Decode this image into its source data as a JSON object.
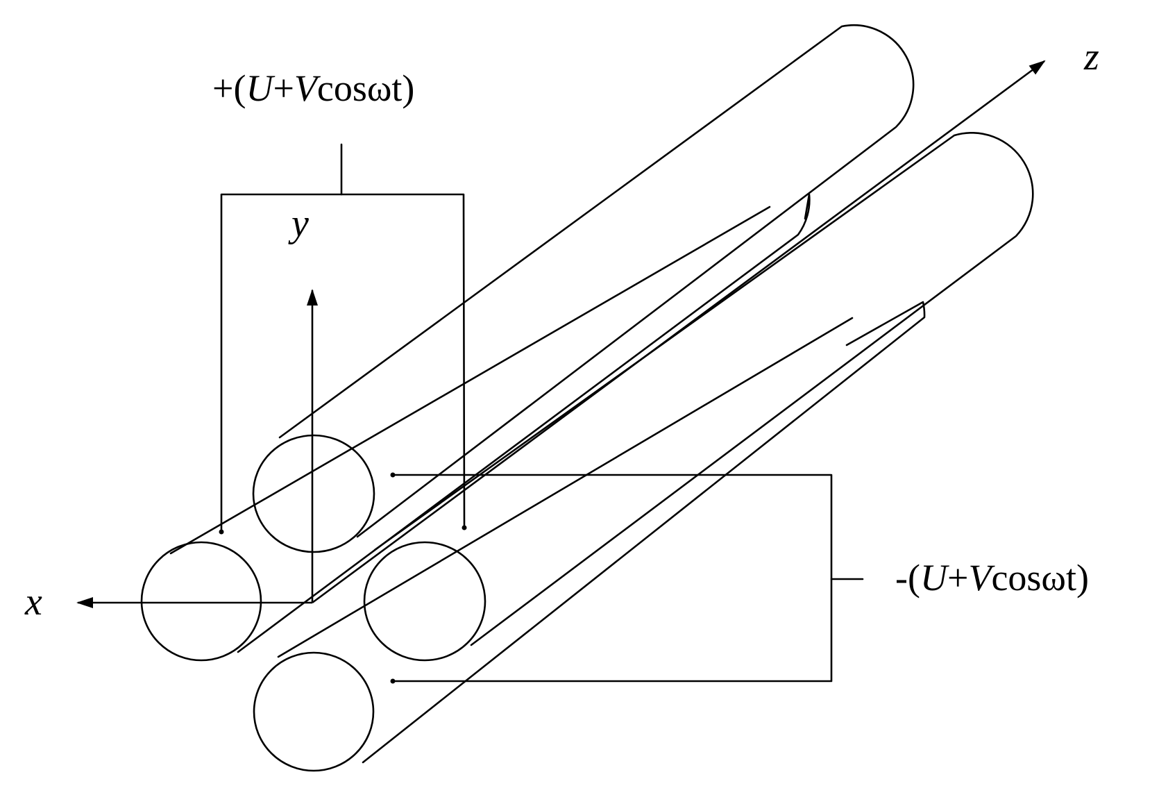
{
  "axes": {
    "x": "x",
    "y": "y",
    "z": "z"
  },
  "voltage_top": {
    "sign": "+(",
    "u": "U",
    "plus": "+",
    "v": "V",
    "rest": "cosωt)"
  },
  "voltage_right": {
    "sign": "-(",
    "u": "U",
    "plus": "+",
    "v": "V",
    "rest": "cosωt)"
  }
}
